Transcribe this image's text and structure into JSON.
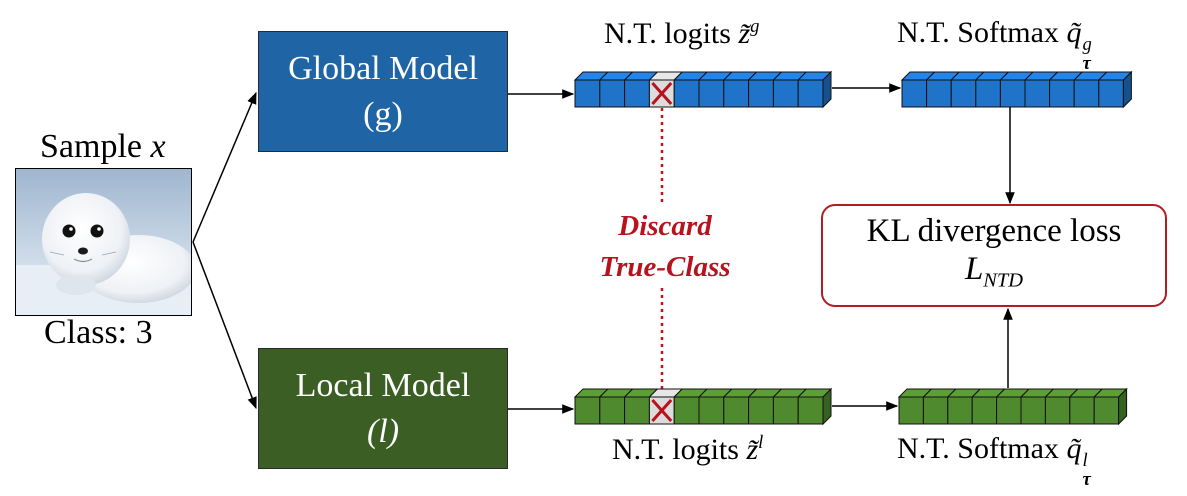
{
  "sample": {
    "label": "Sample",
    "var": "x",
    "class_label": "Class: 3"
  },
  "image": {
    "description_icon": "seal-photo"
  },
  "global_model": {
    "title": "Global Model",
    "symbol": "(g)"
  },
  "local_model": {
    "title": "Local Model",
    "symbol": "(l)"
  },
  "global_logits": {
    "label": "N.T. logits",
    "var": "z̃",
    "sup": "g"
  },
  "global_softmax": {
    "label": "N.T. Softmax",
    "var": "q̃",
    "sup": "g",
    "sub": "τ"
  },
  "local_logits": {
    "label": "N.T. logits",
    "var": "z̃",
    "sup": "l"
  },
  "local_softmax": {
    "label": "N.T. Softmax",
    "var": "q̃",
    "sup": "l",
    "sub": "τ"
  },
  "discard": {
    "line1": "Discard",
    "line2": "True-Class"
  },
  "kl_loss": {
    "title": "KL divergence loss",
    "var": "L",
    "sub": "NTD"
  },
  "logit_cells": 10,
  "softmax_cells": 9,
  "discarded_index": 3,
  "colors": {
    "global_box": "#1f65a6",
    "global_cell": "#1f73c9",
    "local_box": "#3a5e24",
    "local_cell": "#4f8a2f",
    "discard": "#b7121d",
    "discarded_cell": "#dcdcdc",
    "kl_border": "#b01e24"
  }
}
